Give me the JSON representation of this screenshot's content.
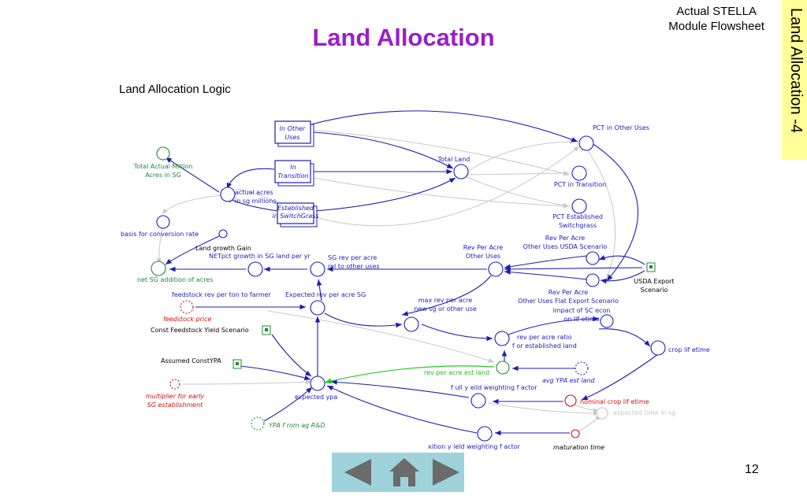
{
  "header": {
    "title": "Land Allocation",
    "module_line1": "Actual STELLA",
    "module_line2": "Module Flowsheet",
    "side_tab": "Land Allocation -4",
    "subtitle": "Land Allocation Logic",
    "page_number": "12"
  },
  "colors": {
    "title": "#9a1fc6",
    "blue": "#1d1db8",
    "green": "#1f8a3a",
    "red": "#cc1111",
    "grey": "#c8c8c8",
    "tab": "#ffff99",
    "nav": "#9ed3dc"
  },
  "nav": {
    "prev_icon": "left-arrow-icon",
    "home_icon": "home-icon",
    "next_icon": "right-arrow-icon"
  },
  "diagram": {
    "stocks": {
      "in_other_uses_1": "In Other",
      "in_other_uses_2": "Uses",
      "in_transition_1": "In",
      "in_transition_2": "Transition",
      "established_1": "Established",
      "established_2": "in SwitchGrass"
    },
    "labels": {
      "total_actual_1": "Total Actual  Million",
      "total_actual_2": "Acres in SG",
      "actual_acres_1": "actual acres",
      "actual_acres_2": "in sg millions",
      "total_land": "Total Land",
      "pct_other": "PCT in Other Uses",
      "pct_transition": "PCT in Transition",
      "pct_est_1": "PCT Established",
      "pct_est_2": "Switchgrass",
      "basis": "basis for conversion rate",
      "land_growth": "Land growth Gain",
      "netpct": "NETpct growth in SG land per yr",
      "sg_rev_1": "SG rev  per acre",
      "sg_rev_2": "rel to other uses",
      "rev_other_1": "Rev  Per Acre",
      "rev_other_2": "Other Uses",
      "rev_usda_1": "Rev  Per Acre",
      "rev_usda_2": "Other Uses USDA Scenario",
      "usda_export_1": "USDA Export",
      "usda_export_2": "Scenario",
      "net_sg": "net SG addition of  acres",
      "feedstock_rev": "feedstock rev  per ton to farmer",
      "expected_rev": "Expected rev  per acre SG",
      "rev_flat_1": "Rev  Per Acre",
      "rev_flat_2": "Other Uses Flat Export Scenario",
      "max_rev_1": "max rev  per acre",
      "max_rev_2": "new sg or other use",
      "impact_1": "impact of  SC econ",
      "impact_2": "on lif etime",
      "feedstock_price": "feedstock price",
      "const_feedstock": "Const Feedstock Yield Scenario",
      "ratio_1": "rev  per acre ratio",
      "ratio_2": "f or established land",
      "crop_lifetime": "crop lif etime",
      "assumed": "Assumed ConstYPA",
      "rev_est": "rev  per acre est land",
      "avg_ypa": "avg YPA  est land",
      "full_yield": "f ull y eild weighting f actor",
      "mult_1": "multiplier for early",
      "mult_2": "SG establishment",
      "expected_ypa": "expected ypa",
      "nominal": "nominal crop lif etime",
      "expected_time": "expected time in sg",
      "ypa_rd": "YPA f rom ag R&D",
      "transition_w": "xition y ield weighting f actor",
      "maturation": "maturation time"
    }
  }
}
